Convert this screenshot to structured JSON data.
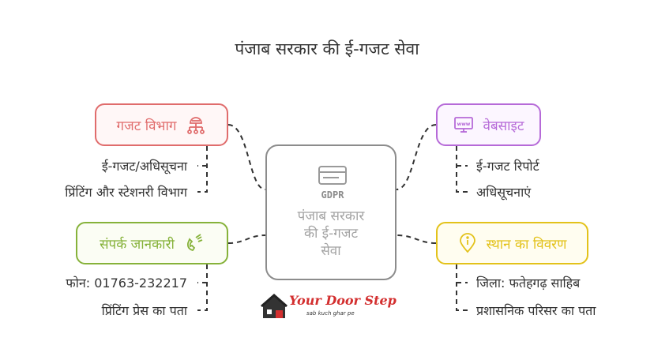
{
  "title": "पंजाब सरकार की ई-गजट सेवा",
  "center": {
    "icon_text": "GDPR",
    "label_lines": [
      "पंजाब सरकार",
      "की ई-गजट",
      "सेवा"
    ]
  },
  "branches": {
    "gazette": {
      "label": "गजट विभाग",
      "icon": "network-hierarchy-icon",
      "color": "#e06c6c",
      "leaves": [
        "ई-गजट/अधिसूचना",
        "प्रिंटिंग और स्टेशनरी विभाग"
      ]
    },
    "website": {
      "label": "वेबसाइट",
      "icon": "www-monitor-icon",
      "color": "#b66ad8",
      "leaves": [
        "ई-गजट रिपोर्ट",
        "अधिसूचनाएं"
      ]
    },
    "contact": {
      "label": "संपर्क जानकारी",
      "icon": "phone-signal-icon",
      "color": "#86b23a",
      "leaves": [
        "फोन: 01763-232217",
        "प्रिंटिंग प्रेस का पता"
      ]
    },
    "location": {
      "label": "स्थान का विवरण",
      "icon": "info-pin-icon",
      "color": "#e3c21a",
      "leaves": [
        "जिला: फतेहगढ़ साहिब",
        "प्रशासनिक परिसर का पता"
      ]
    }
  },
  "logo": {
    "text": "Your Door Step",
    "tagline": "sab kuch ghar pe"
  }
}
